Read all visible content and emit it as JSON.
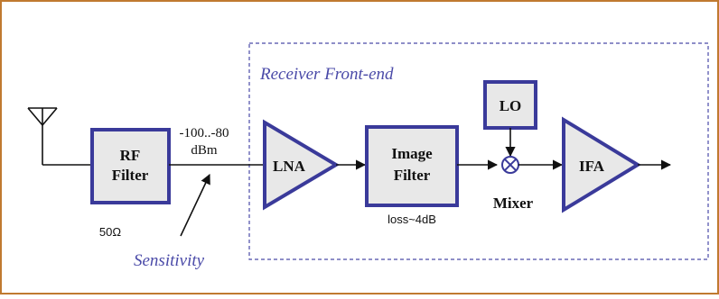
{
  "diagram": {
    "title": "Receiver Front-end",
    "blocks": {
      "rf_filter": {
        "line1": "RF",
        "line2": "Filter"
      },
      "lna": "LNA",
      "image_filter": {
        "line1": "Image",
        "line2": "Filter"
      },
      "lo": "LO",
      "ifa": "IFA"
    },
    "labels": {
      "power_range": "-100..-80",
      "power_unit": "dBm",
      "impedance": "50Ω",
      "sensitivity": "Sensitivity",
      "image_filter_loss": "loss~4dB",
      "mixer": "Mixer"
    },
    "colors": {
      "frame": "#c07a30",
      "block_fill": "#e8e8e8",
      "block_stroke": "#3a3a9a",
      "accent_text": "#4a4aa8",
      "dashed_box": "#4a4aa8"
    },
    "icons": {
      "antenna": "antenna-icon",
      "mixer": "mixer-cross-circle-icon"
    }
  }
}
